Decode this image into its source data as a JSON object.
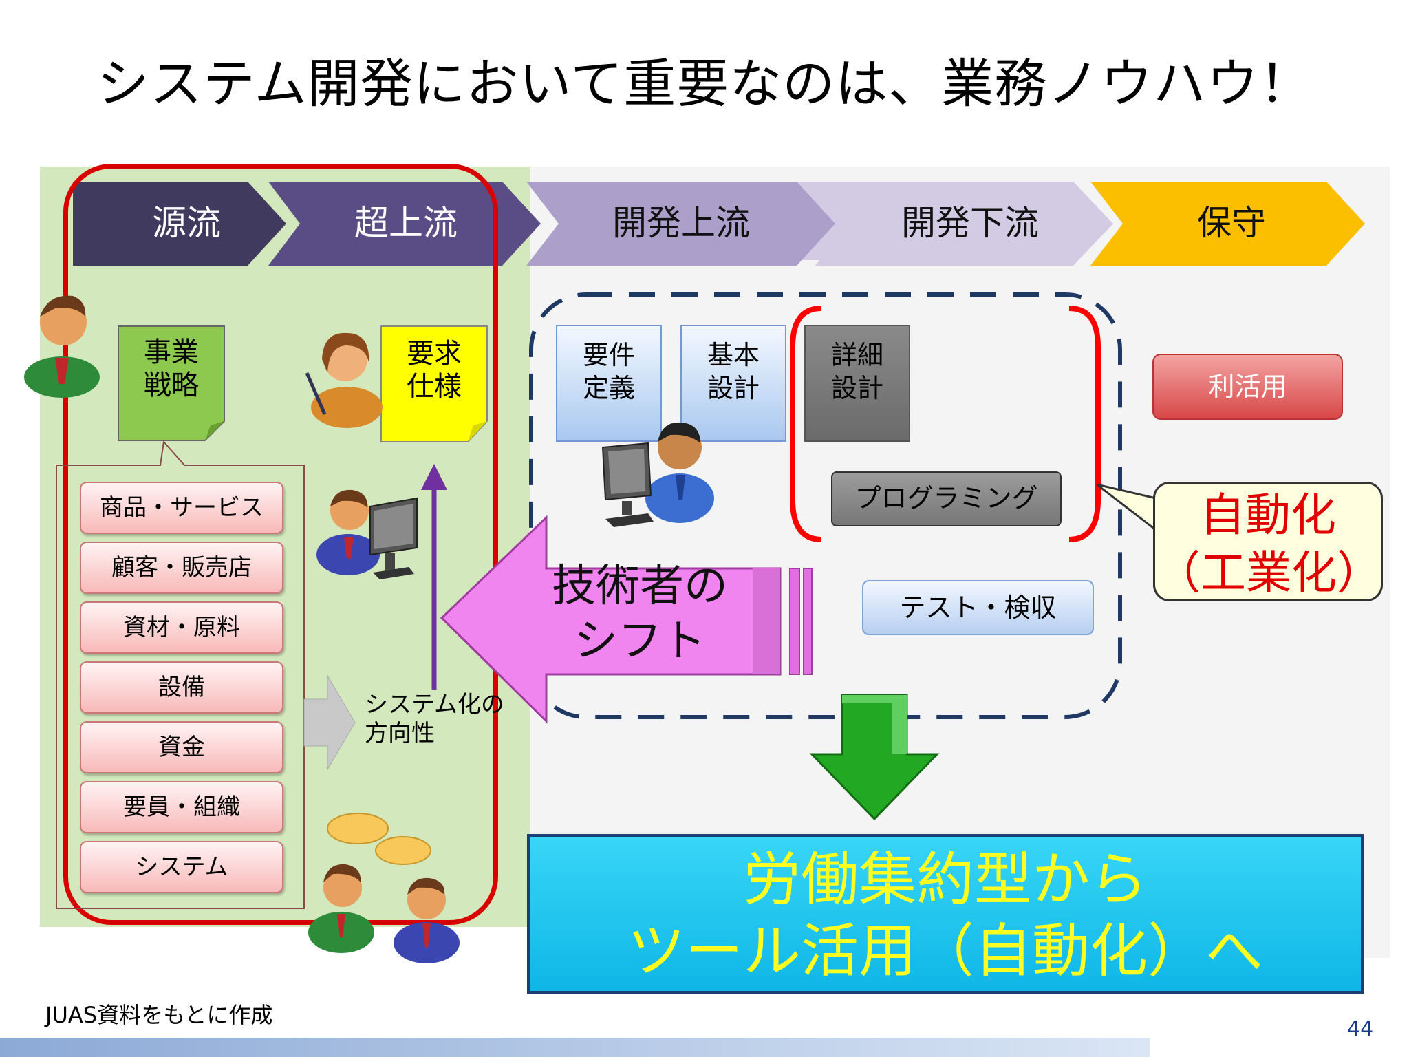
{
  "title": "システム開発において重要なのは、業務ノウハウ！",
  "phases": [
    {
      "label": "源流",
      "color": "#403a5e",
      "text_color": "#ffffff"
    },
    {
      "label": "超上流",
      "color": "#5a4d85",
      "text_color": "#ffffff"
    },
    {
      "label": "開発上流",
      "color": "#aca0cb",
      "text_color": "#111111"
    },
    {
      "label": "開発下流",
      "color": "#d2cbe3",
      "text_color": "#111111"
    },
    {
      "label": "保守",
      "color": "#fbbf00",
      "text_color": "#111111"
    }
  ],
  "notes": {
    "business_strategy": "事業\n戦略",
    "requirements": "要求\n仕様",
    "req_definition": "要件\n定義",
    "basic_design": "基本\n設計",
    "detailed_design": "詳細\n設計"
  },
  "strategy_items": [
    "商品・サービス",
    "顧客・販売店",
    "資材・原料",
    "設備",
    "資金",
    "要員・組織",
    "システム"
  ],
  "direction_label": "システム化の\n方向性",
  "shift_label": "技術者の\nシフト",
  "programming_label": "プログラミング",
  "test_label": "テスト・検収",
  "usage_label": "利活用",
  "automation_callout": "自動化\n（工業化）",
  "conclusion": "労働集約型から\nツール活用（自動化）へ",
  "source_note": "JUAS資料をもとに作成",
  "page_number": "44",
  "colors": {
    "accent_red": "#d90000",
    "conclusion_text": "#ffff22",
    "conclusion_bg": "#1cc2ee",
    "shift_arrow": "#ee82ee",
    "down_arrow": "#1fa51f"
  }
}
